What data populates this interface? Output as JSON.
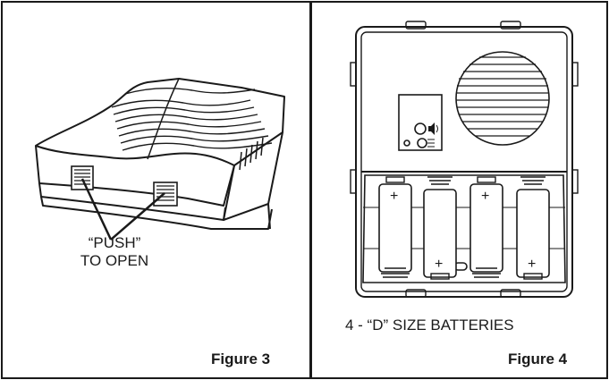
{
  "left_panel": {
    "callout_line1": "“PUSH”",
    "callout_line2": "TO OPEN",
    "figure_label": "Figure 3"
  },
  "right_panel": {
    "caption": "4 - “D” SIZE BATTERIES",
    "figure_label": "Figure 4",
    "battery_plus_signs": [
      "+",
      "+",
      "+",
      "+"
    ]
  }
}
